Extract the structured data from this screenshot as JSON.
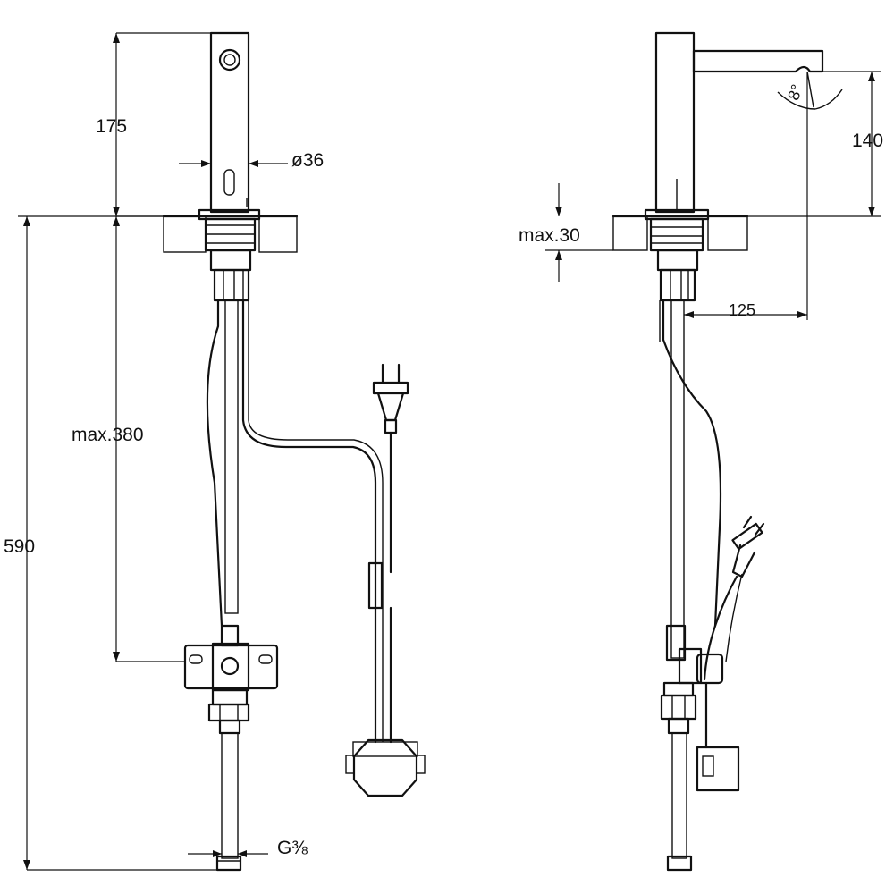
{
  "dimensions": {
    "spout_height_front": "175",
    "body_diameter": "ø36",
    "below_counter_max": "max.380",
    "total_length": "590",
    "connection": "G⅜",
    "counter_thickness_max": "max.30",
    "spout_height_side": "140",
    "spout_reach": "125",
    "spout_angle": "8°"
  }
}
